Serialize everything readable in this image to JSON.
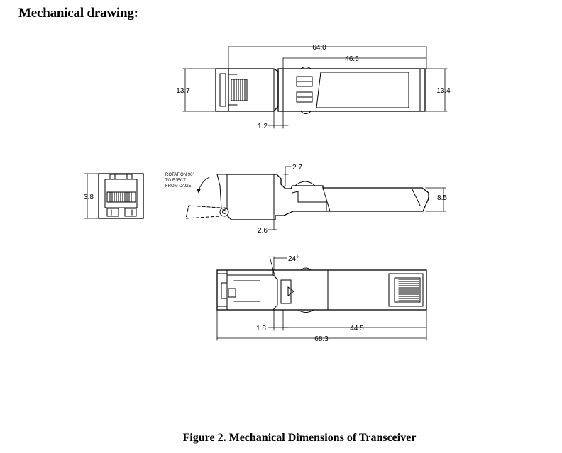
{
  "header": {
    "title": "Mechanical drawing:"
  },
  "caption": {
    "text": "Figure 2. Mechanical Dimensions of Transceiver"
  },
  "top_view": {
    "dims": {
      "overall_length": "64.0",
      "housing_length": "46.5",
      "left_height": "13.7",
      "right_height": "13.4",
      "step": "1.2"
    }
  },
  "side_view": {
    "dims": {
      "front_height": "3.8",
      "body_height": "8.5",
      "step_top": "2.7",
      "step_bottom": "2.6"
    },
    "note": [
      "ROTATION 90°",
      "TO EJECT",
      "FROM CAGE"
    ]
  },
  "bottom_view": {
    "dims": {
      "angle": "24°",
      "gap": "1.8",
      "rear_length": "44.5",
      "overall_length": "68.3"
    }
  }
}
